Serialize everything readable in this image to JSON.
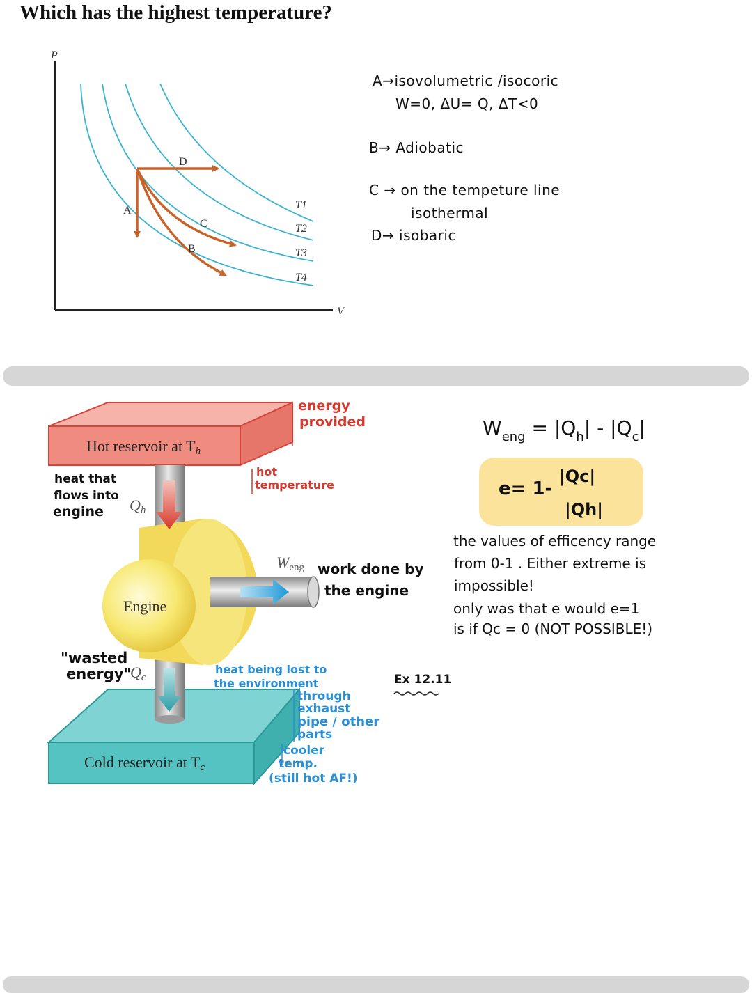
{
  "question": "Which has the highest temperature?",
  "pv_diagram": {
    "axis_p": "P",
    "axis_v": "V",
    "isotherm_labels": [
      "T1",
      "T2",
      "T3",
      "T4"
    ],
    "process_labels": {
      "a": "A",
      "b": "B",
      "c": "C",
      "d": "D"
    }
  },
  "process_notes": {
    "a_line1": "A→isovolumetric /isocoric",
    "a_line2": "W=0,  ΔU= Q,  ΔT<0",
    "b_line": "B→ Adiobatic",
    "c_line1": "C → on the tempeture line",
    "c_line2": "isothermal",
    "d_line": "D→ isobaric"
  },
  "engine_diagram": {
    "hot_reservoir": "Hot reservoir at T",
    "hot_sub": "h",
    "cold_reservoir": "Cold reservoir at T",
    "cold_sub": "c",
    "engine_label": "Engine",
    "qh_label": "Q",
    "qh_sub": "h",
    "qc_label": "Q",
    "qc_sub": "c",
    "weng_label": "W",
    "weng_sub": "eng"
  },
  "engine_notes": {
    "energy_provided_1": "energy",
    "energy_provided_2": "provided",
    "hot_temp_1": "hot",
    "hot_temp_2": "temperature",
    "heat_in_1": "heat that",
    "heat_in_2": "flows into",
    "heat_in_3": "engine",
    "wasted_1": "\"wasted",
    "wasted_2": "energy\"",
    "work_1": "work done by",
    "work_2": "the engine",
    "lost_1": "heat being lost to",
    "lost_2": "the environment",
    "through_1": "through",
    "through_2": "exhaust",
    "through_3": "pipe / other",
    "through_4": "parts",
    "cooler_1": "cooler",
    "cooler_2": "temp.",
    "cooler_3": "(still hot AF!)",
    "example": "Ex 12.11"
  },
  "efficiency": {
    "work_eq": "W = |Q | - |Q |",
    "w_sub": "eng",
    "h_sub": "h",
    "c_sub": "c",
    "e_prefix": "e= 1-",
    "numerator": "|Qc|",
    "denominator": "|Qh|",
    "note_1": "the values  of efficency range",
    "note_2": "from  0-1 .  Either extreme is",
    "note_3": "impossible!",
    "note_4": "only  was  that  e  would  e=1",
    "note_5": "is if  Qc = 0   (NOT POSSIBLE!)"
  },
  "colors": {
    "isotherm": "#3ab4cf",
    "process_arrow": "#c8642a",
    "hot_reservoir": "#f08b80",
    "cold_reservoir": "#55c3c2",
    "engine": "#f5e06a",
    "formula_highlight": "#fbe39b",
    "red_notes": "#d63a2e",
    "blue_notes": "#2b8fd6"
  }
}
